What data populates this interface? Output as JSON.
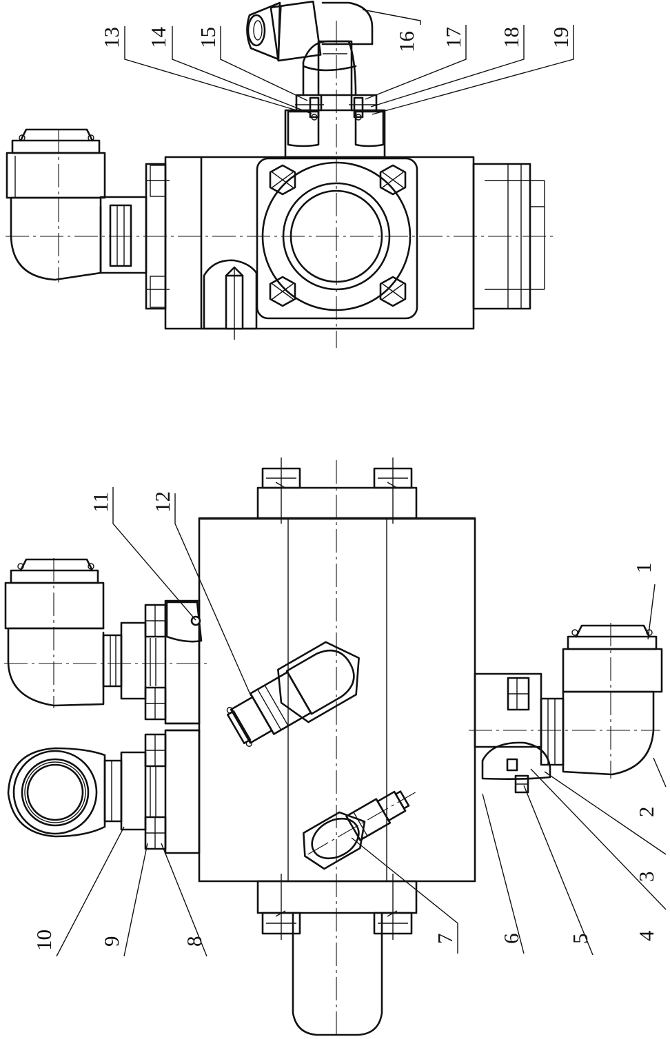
{
  "colors": {
    "line": "#111111",
    "background": "#ffffff"
  },
  "view_top": {
    "labels": [
      "13",
      "14",
      "15",
      "16",
      "17",
      "18",
      "19"
    ]
  },
  "view_bottom": {
    "labels": [
      "1",
      "2",
      "3",
      "4",
      "5",
      "6",
      "7",
      "8",
      "9",
      "10",
      "11",
      "12"
    ]
  }
}
